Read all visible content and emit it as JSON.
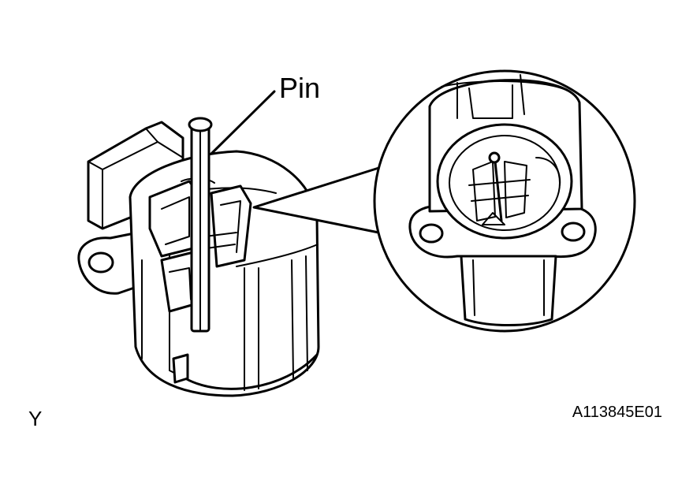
{
  "diagram": {
    "callout_label": "Pin",
    "view_code": "Y",
    "figure_id": "A113845E01"
  },
  "colors": {
    "line": "#000000",
    "background": "#ffffff"
  }
}
